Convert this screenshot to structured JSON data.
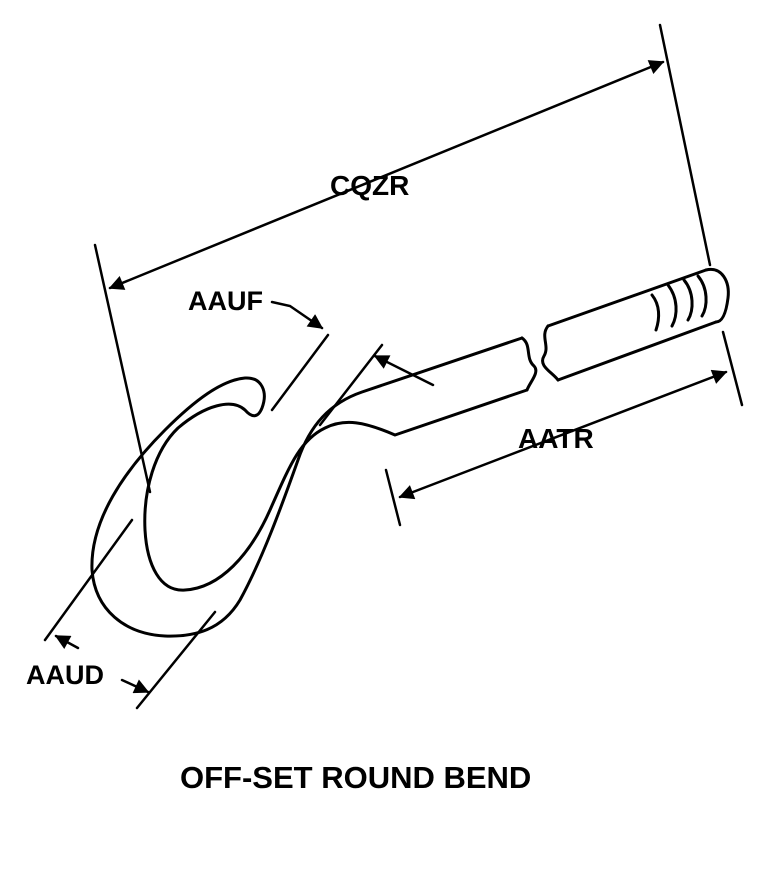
{
  "title": "OFF-SET ROUND BEND",
  "labels": {
    "overall_length": "CQZR",
    "offset": "AAUF",
    "diameter": "AAUD",
    "thread_length": "AATR"
  },
  "colors": {
    "line": "#000000",
    "background": "#ffffff"
  }
}
